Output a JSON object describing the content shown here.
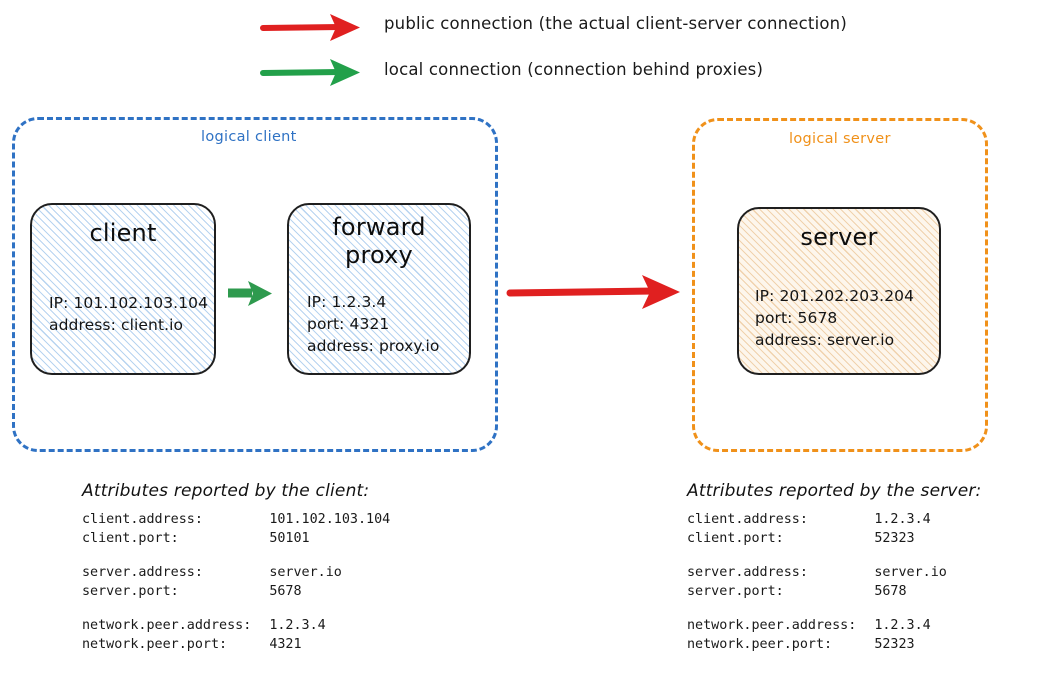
{
  "legend": {
    "items": [
      {
        "arrow_color": "#e02020",
        "arrow_name": "red-arrow",
        "label": "public connection (the actual client-server connection)"
      },
      {
        "arrow_color": "#22a04a",
        "arrow_name": "green-arrow",
        "label": "local connection (connection behind proxies)"
      }
    ]
  },
  "containers": {
    "client": {
      "title": "logical client",
      "color": "#2f72c4"
    },
    "server": {
      "title": "logical server",
      "color": "#f0911a"
    }
  },
  "nodes": {
    "client": {
      "title": "client",
      "lines": "IP: 101.102.103.104\naddress: client.io"
    },
    "forward_proxy": {
      "title": "forward\nproxy",
      "lines": "IP: 1.2.3.4\nport: 4321\naddress: proxy.io"
    },
    "server": {
      "title": "server",
      "lines": "IP: 201.202.203.204\nport: 5678\naddress: server.io"
    }
  },
  "arrows": {
    "local_client_to_proxy": {
      "color": "#22a04a",
      "type": "local"
    },
    "public_client_to_server": {
      "color": "#e02020",
      "type": "public"
    }
  },
  "attributes": {
    "client": {
      "heading": "Attributes reported by the client:",
      "groups": [
        [
          {
            "key": "client.address:",
            "value": "101.102.103.104"
          },
          {
            "key": "client.port:",
            "value": "50101"
          }
        ],
        [
          {
            "key": "server.address:",
            "value": "server.io"
          },
          {
            "key": "server.port:",
            "value": "5678"
          }
        ],
        [
          {
            "key": "network.peer.address:",
            "value": "1.2.3.4"
          },
          {
            "key": "network.peer.port:",
            "value": "4321"
          }
        ]
      ]
    },
    "server": {
      "heading": "Attributes reported by the server:",
      "groups": [
        [
          {
            "key": "client.address:",
            "value": "1.2.3.4"
          },
          {
            "key": "client.port:",
            "value": "52323"
          }
        ],
        [
          {
            "key": "server.address:",
            "value": "server.io"
          },
          {
            "key": "server.port:",
            "value": "5678"
          }
        ],
        [
          {
            "key": "network.peer.address:",
            "value": "1.2.3.4"
          },
          {
            "key": "network.peer.port:",
            "value": "52323"
          }
        ]
      ]
    }
  }
}
